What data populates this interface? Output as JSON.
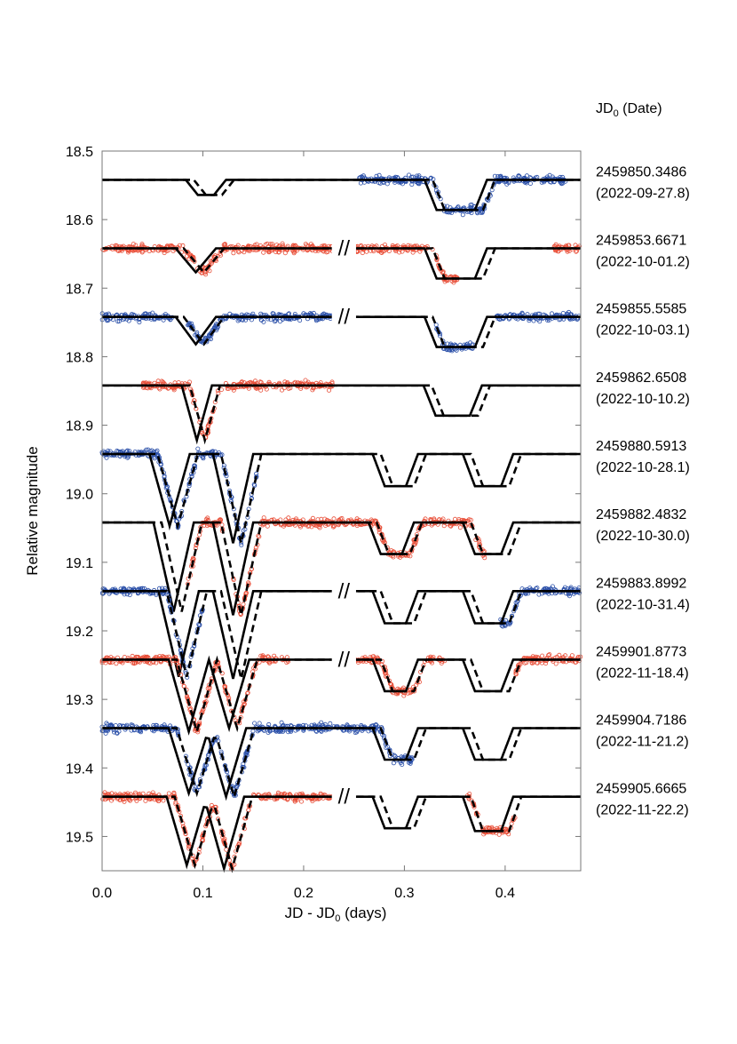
{
  "chart_data": {
    "type": "scatter",
    "title": "",
    "xlabel": "JD - JD",
    "xlabel_sub": "0",
    "xlabel_suffix": " (days)",
    "ylabel": "Relative magnitude",
    "xlim": [
      0.0,
      0.475
    ],
    "ylim": [
      19.55,
      18.5
    ],
    "y_inverted": true,
    "xticks": [
      0.0,
      0.1,
      0.2,
      0.3,
      0.4
    ],
    "xtick_labels": [
      "0.0",
      "0.1",
      "0.2",
      "0.3",
      "0.4"
    ],
    "yticks": [
      18.5,
      18.6,
      18.7,
      18.8,
      18.9,
      19.0,
      19.1,
      19.2,
      19.3,
      19.4,
      19.5
    ],
    "ytick_labels": [
      "18.5",
      "18.6",
      "18.7",
      "18.8",
      "18.9",
      "19.0",
      "19.1",
      "19.2",
      "19.3",
      "19.4",
      "19.5"
    ],
    "grid": false,
    "column_header": {
      "prefix": "JD",
      "sub": "0",
      "suffix": " (Date)"
    },
    "break_marker": "//",
    "colors": {
      "blue": "#2a4fa8",
      "red": "#e8503a",
      "model": "#000000"
    },
    "series": [
      {
        "jd0": "2459850.3486",
        "date": "(2022-09-27.8)",
        "color": "blue",
        "base": 18.542,
        "break": false,
        "eclipses": [
          {
            "c": 0.107,
            "d": 0.022,
            "w": 0.04,
            "v": false
          },
          {
            "c": 0.355,
            "d": 0.044,
            "w": 0.062,
            "v": false
          }
        ],
        "obs": [
          [
            0.255,
            0.462
          ]
        ]
      },
      {
        "jd0": "2459853.6671",
        "date": "(2022-10-01.2)",
        "color": "red",
        "base": 18.642,
        "break": true,
        "eclipses": [
          {
            "c": 0.097,
            "d": 0.035,
            "w": 0.04,
            "v": true
          },
          {
            "c": 0.355,
            "d": 0.044,
            "w": 0.062,
            "v": false
          }
        ],
        "obs": [
          [
            0.0,
            0.23
          ],
          [
            0.25,
            0.355
          ],
          [
            0.448,
            0.475
          ]
        ]
      },
      {
        "jd0": "2459855.5585",
        "date": "(2022-10-03.1)",
        "color": "blue",
        "base": 18.742,
        "break": true,
        "eclipses": [
          {
            "c": 0.097,
            "d": 0.04,
            "w": 0.04,
            "v": true
          },
          {
            "c": 0.355,
            "d": 0.044,
            "w": 0.062,
            "v": false
          }
        ],
        "obs": [
          [
            0.0,
            0.07
          ],
          [
            0.085,
            0.23
          ],
          [
            0.33,
            0.37
          ],
          [
            0.39,
            0.475
          ]
        ]
      },
      {
        "jd0": "2459862.6508",
        "date": "(2022-10-10.2)",
        "color": "red",
        "base": 18.842,
        "break": false,
        "eclipses": [
          {
            "c": 0.098,
            "d": 0.08,
            "w": 0.03,
            "v": true
          },
          {
            "c": 0.352,
            "d": 0.044,
            "w": 0.058,
            "v": false
          }
        ],
        "obs": [
          [
            0.04,
            0.23
          ]
        ]
      },
      {
        "jd0": "2459880.5913",
        "date": "(2022-10-28.1)",
        "color": "blue",
        "base": 18.942,
        "break": false,
        "eclipses": [
          {
            "c": 0.071,
            "d": 0.105,
            "w": 0.04,
            "v": true
          },
          {
            "c": 0.134,
            "d": 0.13,
            "w": 0.04,
            "v": true
          },
          {
            "c": 0.295,
            "d": 0.047,
            "w": 0.045,
            "v": false
          },
          {
            "c": 0.387,
            "d": 0.047,
            "w": 0.05,
            "v": false
          }
        ],
        "obs": [
          [
            0.0,
            0.155
          ]
        ]
      },
      {
        "jd0": "2459882.4832",
        "date": "(2022-10-30.0)",
        "color": "red",
        "base": 19.042,
        "break": false,
        "eclipses": [
          {
            "c": 0.075,
            "d": 0.13,
            "w": 0.04,
            "v": true
          },
          {
            "c": 0.134,
            "d": 0.135,
            "w": 0.04,
            "v": true
          },
          {
            "c": 0.291,
            "d": 0.046,
            "w": 0.045,
            "v": false
          },
          {
            "c": 0.387,
            "d": 0.046,
            "w": 0.05,
            "v": false
          }
        ],
        "obs": [
          [
            0.085,
            0.12
          ],
          [
            0.13,
            0.38
          ]
        ]
      },
      {
        "jd0": "2459883.8992",
        "date": "(2022-10-31.4)",
        "color": "blue",
        "base": 19.142,
        "break": true,
        "eclipses": [
          {
            "c": 0.08,
            "d": 0.125,
            "w": 0.04,
            "v": true
          },
          {
            "c": 0.134,
            "d": 0.128,
            "w": 0.04,
            "v": true
          },
          {
            "c": 0.295,
            "d": 0.047,
            "w": 0.045,
            "v": false
          },
          {
            "c": 0.387,
            "d": 0.047,
            "w": 0.05,
            "v": false
          }
        ],
        "obs": [
          [
            0.0,
            0.1
          ],
          [
            0.395,
            0.475
          ]
        ]
      },
      {
        "jd0": "2459901.8773",
        "date": "(2022-11-18.4)",
        "color": "red",
        "base": 19.242,
        "break": true,
        "eclipses": [
          {
            "c": 0.09,
            "d": 0.105,
            "w": 0.04,
            "v": true
          },
          {
            "c": 0.13,
            "d": 0.1,
            "w": 0.04,
            "v": true
          },
          {
            "c": 0.295,
            "d": 0.046,
            "w": 0.045,
            "v": false
          },
          {
            "c": 0.387,
            "d": 0.046,
            "w": 0.05,
            "v": false
          }
        ],
        "obs": [
          [
            0.0,
            0.185
          ],
          [
            0.25,
            0.34
          ],
          [
            0.41,
            0.475
          ]
        ]
      },
      {
        "jd0": "2459904.7186",
        "date": "(2022-11-21.2)",
        "color": "blue",
        "base": 19.342,
        "break": false,
        "eclipses": [
          {
            "c": 0.09,
            "d": 0.095,
            "w": 0.04,
            "v": true
          },
          {
            "c": 0.127,
            "d": 0.1,
            "w": 0.04,
            "v": true
          },
          {
            "c": 0.295,
            "d": 0.046,
            "w": 0.045,
            "v": false
          },
          {
            "c": 0.387,
            "d": 0.046,
            "w": 0.05,
            "v": false
          }
        ],
        "obs": [
          [
            0.0,
            0.31
          ]
        ]
      },
      {
        "jd0": "2459905.6665",
        "date": "(2022-11-22.2)",
        "color": "red",
        "base": 19.442,
        "break": true,
        "eclipses": [
          {
            "c": 0.088,
            "d": 0.1,
            "w": 0.04,
            "v": true
          },
          {
            "c": 0.125,
            "d": 0.105,
            "w": 0.04,
            "v": true
          },
          {
            "c": 0.295,
            "d": 0.046,
            "w": 0.045,
            "v": false
          },
          {
            "c": 0.387,
            "d": 0.05,
            "w": 0.05,
            "v": false
          }
        ],
        "obs": [
          [
            0.0,
            0.23
          ],
          [
            0.362,
            0.41
          ]
        ]
      }
    ]
  }
}
